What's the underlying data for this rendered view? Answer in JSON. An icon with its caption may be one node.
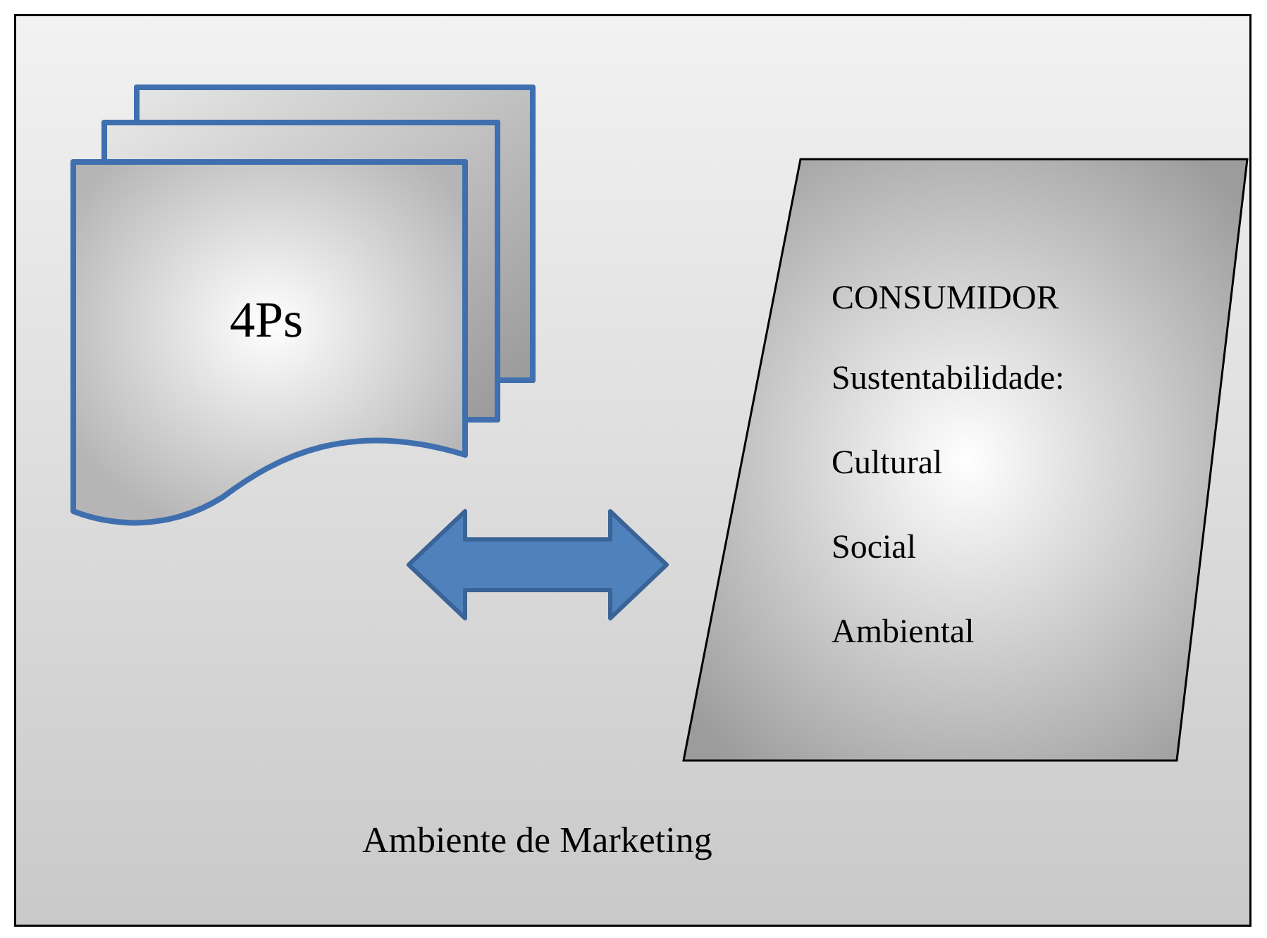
{
  "diagram": {
    "nodes": [
      {
        "text": [
          "Ambiente de Marketing"
        ]
      },
      {
        "text": [
          "4Ps"
        ],
        "in": 0
      },
      {
        "text": [
          "CONSUMIDOR",
          "Sustentabilidade:",
          "Cultural",
          "Social",
          "Ambiental"
        ],
        "in": 0
      }
    ],
    "edges": [
      {
        "from": 1,
        "to": 2,
        "arrow": "both",
        "style": "thick"
      }
    ]
  }
}
